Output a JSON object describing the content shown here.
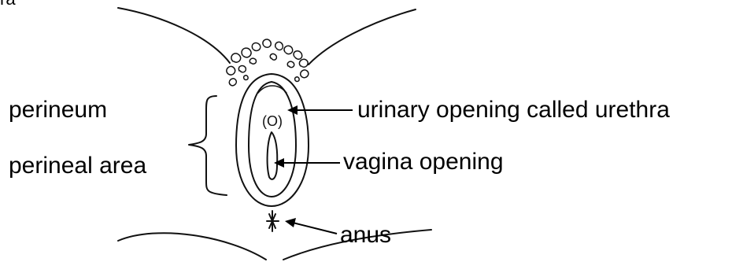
{
  "diagram": {
    "corner_text": "ra",
    "labels": {
      "perineum": "perineum",
      "perineal_area": "perineal area",
      "urethra": "urinary opening called urethra",
      "vagina": "vagina opening",
      "anus": "anus"
    },
    "urethra_mark": "(O)"
  }
}
